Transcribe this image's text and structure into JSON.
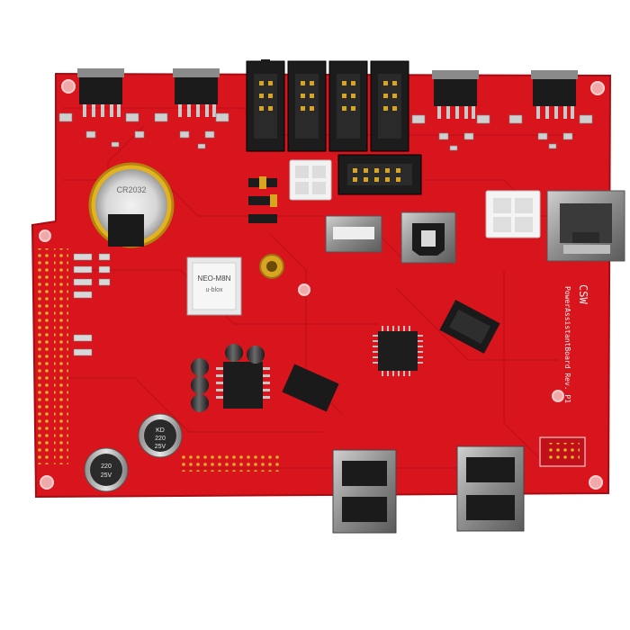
{
  "board": {
    "brand": "CSW",
    "model": "PowerAssistantBoard Rev. P1",
    "gps_module": {
      "line1": "NEO-M8N",
      "line2": "u-blox"
    },
    "capacitor_left": {
      "line1": "KD",
      "line2": "220",
      "line3": "25V"
    },
    "capacitor_bottom": {
      "line1": "220",
      "line2": "25V"
    },
    "coin_cell": "CR2032"
  },
  "colors": {
    "pcb": "#d8141c",
    "pcb_dark": "#b50e15",
    "connector": "#1c1c1c",
    "metal": "#9a9a9a",
    "gold": "#d9a520",
    "white_housing": "#f2f2f2"
  }
}
